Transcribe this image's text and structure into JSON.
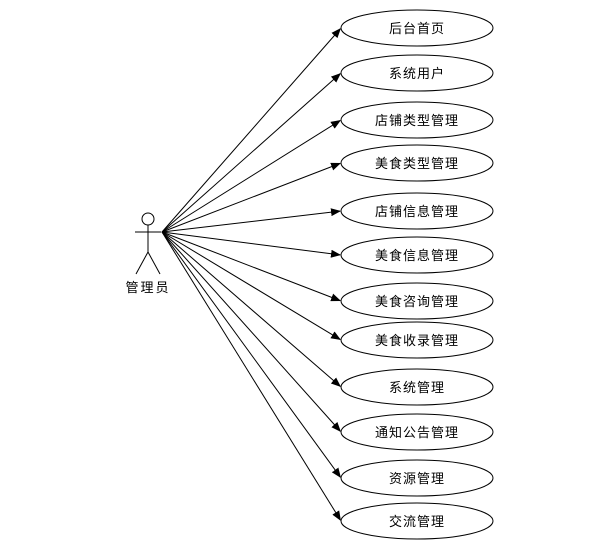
{
  "actor": {
    "label": "管理员"
  },
  "use_cases": [
    {
      "label": "后台首页"
    },
    {
      "label": "系统用户"
    },
    {
      "label": "店铺类型管理"
    },
    {
      "label": "美食类型管理"
    },
    {
      "label": "店铺信息管理"
    },
    {
      "label": "美食信息管理"
    },
    {
      "label": "美食咨询管理"
    },
    {
      "label": "美食收录管理"
    },
    {
      "label": "系统管理"
    },
    {
      "label": "通知公告管理"
    },
    {
      "label": "资源管理"
    },
    {
      "label": "交流管理"
    }
  ]
}
